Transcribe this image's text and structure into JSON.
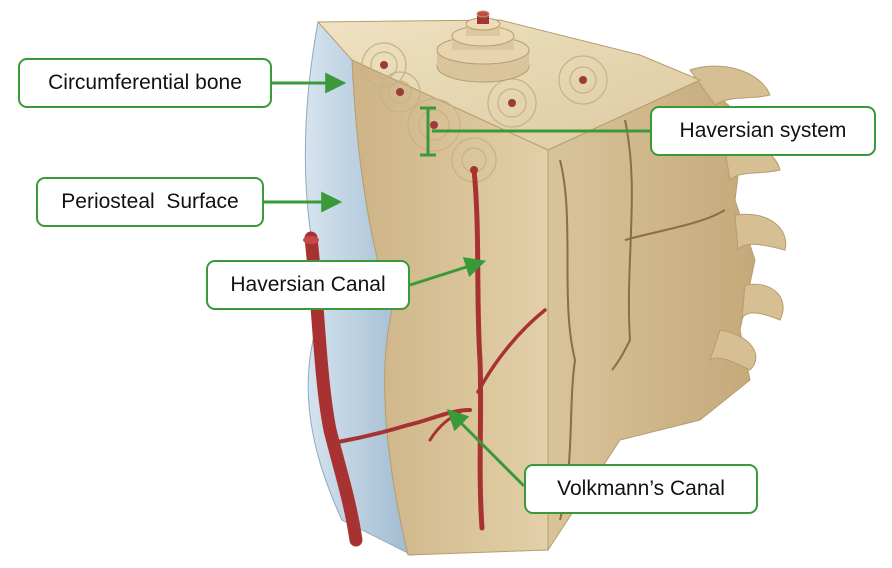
{
  "labels": {
    "circumferential_bone": "Circumferential bone",
    "periosteal_surface": "Periosteal  Surface",
    "haversian_canal": "Haversian Canal",
    "haversian_system": "Haversian system",
    "volkmanns_canal": "Volkmann’s Canal"
  },
  "colors": {
    "label_border": "#3a9a3a",
    "arrow": "#3a9a3a",
    "bone": "#d8c398",
    "vessel": "#a83232",
    "periosteum": "#b9cfe0"
  }
}
